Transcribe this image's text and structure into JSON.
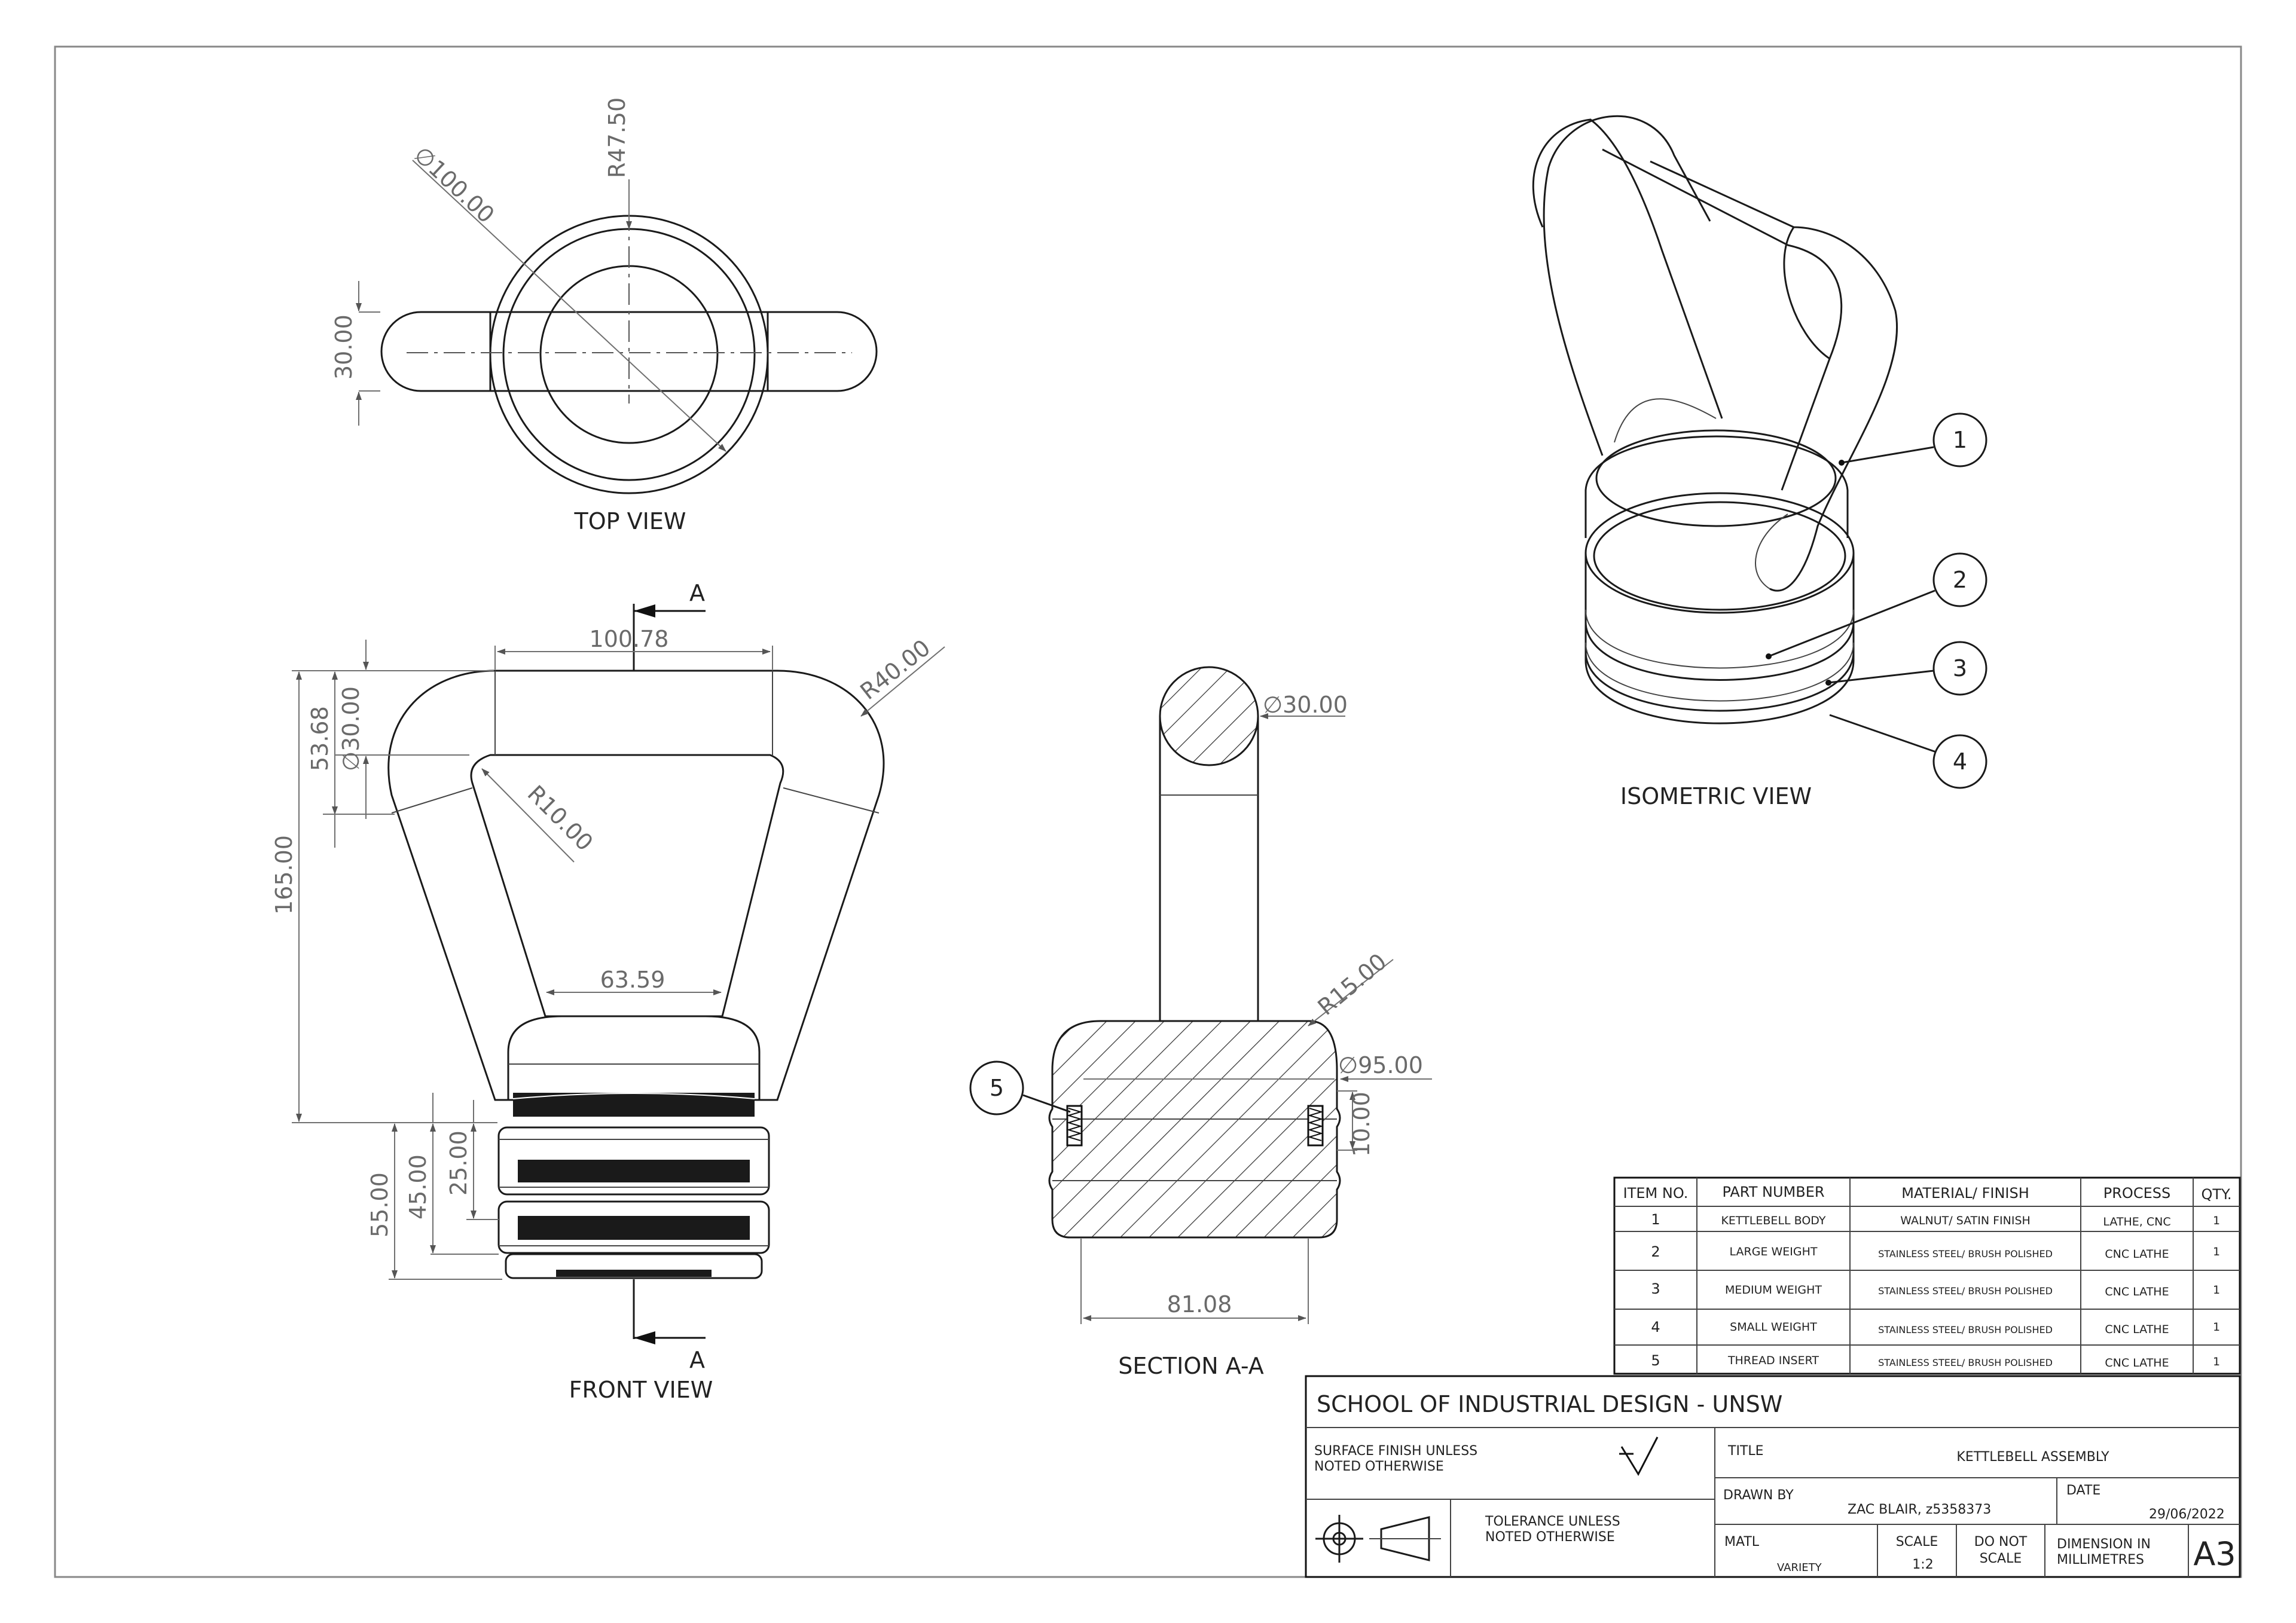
{
  "views": {
    "top": "TOP VIEW",
    "front": "FRONT VIEW",
    "section": "SECTION A-A",
    "iso": "ISOMETRIC VIEW",
    "section_mark": "A"
  },
  "dims": {
    "top_dia": "∅100.00",
    "top_r": "R47.50",
    "top_h": "30.00",
    "front_w": "100.78",
    "front_r40": "R40.00",
    "front_d30": "∅30.00",
    "front_5368": "53.68",
    "front_r10": "R10.00",
    "front_165": "165.00",
    "front_6359": "63.59",
    "front_55": "55.00",
    "front_45": "45.00",
    "front_25": "25.00",
    "sec_d30": "∅30.00",
    "sec_r15": "R15.00",
    "sec_d95": "∅95.00",
    "sec_10": "10.00",
    "sec_8108": "81.08"
  },
  "balloons": [
    "1",
    "2",
    "3",
    "4",
    "5"
  ],
  "bom": {
    "headers": [
      "ITEM NO.",
      "PART NUMBER",
      "MATERIAL/ FINISH",
      "PROCESS",
      "QTY."
    ],
    "rows": [
      [
        "1",
        "KETTLEBELL BODY",
        "WALNUT/ SATIN FINISH",
        "LATHE, CNC",
        "1"
      ],
      [
        "2",
        "LARGE WEIGHT",
        "STAINLESS STEEL/ BRUSH POLISHED",
        "CNC LATHE",
        "1"
      ],
      [
        "3",
        "MEDIUM WEIGHT",
        "STAINLESS STEEL/ BRUSH POLISHED",
        "CNC LATHE",
        "1"
      ],
      [
        "4",
        "SMALL WEIGHT",
        "STAINLESS STEEL/ BRUSH POLISHED",
        "CNC LATHE",
        "1"
      ],
      [
        "5",
        "THREAD INSERT",
        "STAINLESS STEEL/ BRUSH POLISHED",
        "CNC LATHE",
        "1"
      ]
    ]
  },
  "title_block": {
    "school": "SCHOOL OF INDUSTRIAL DESIGN - UNSW",
    "surface_1": "SURFACE FINISH UNLESS",
    "surface_2": "NOTED OTHERWISE",
    "tol_1": "TOLERANCE UNLESS",
    "tol_2": "NOTED OTHERWISE",
    "title_label": "TITLE",
    "title": "KETTLEBELL ASSEMBLY",
    "drawn_label": "DRAWN BY",
    "drawn": "ZAC BLAIR, z5358373",
    "date_label": "DATE",
    "date": "29/06/2022",
    "matl_label": "MATL",
    "matl": "VARIETY",
    "scale_label": "SCALE",
    "scale": "1:2",
    "donot_1": "DO NOT",
    "donot_2": "SCALE",
    "dimin_1": "DIMENSION IN",
    "dimin_2": "MILLIMETRES",
    "size": "A3"
  }
}
